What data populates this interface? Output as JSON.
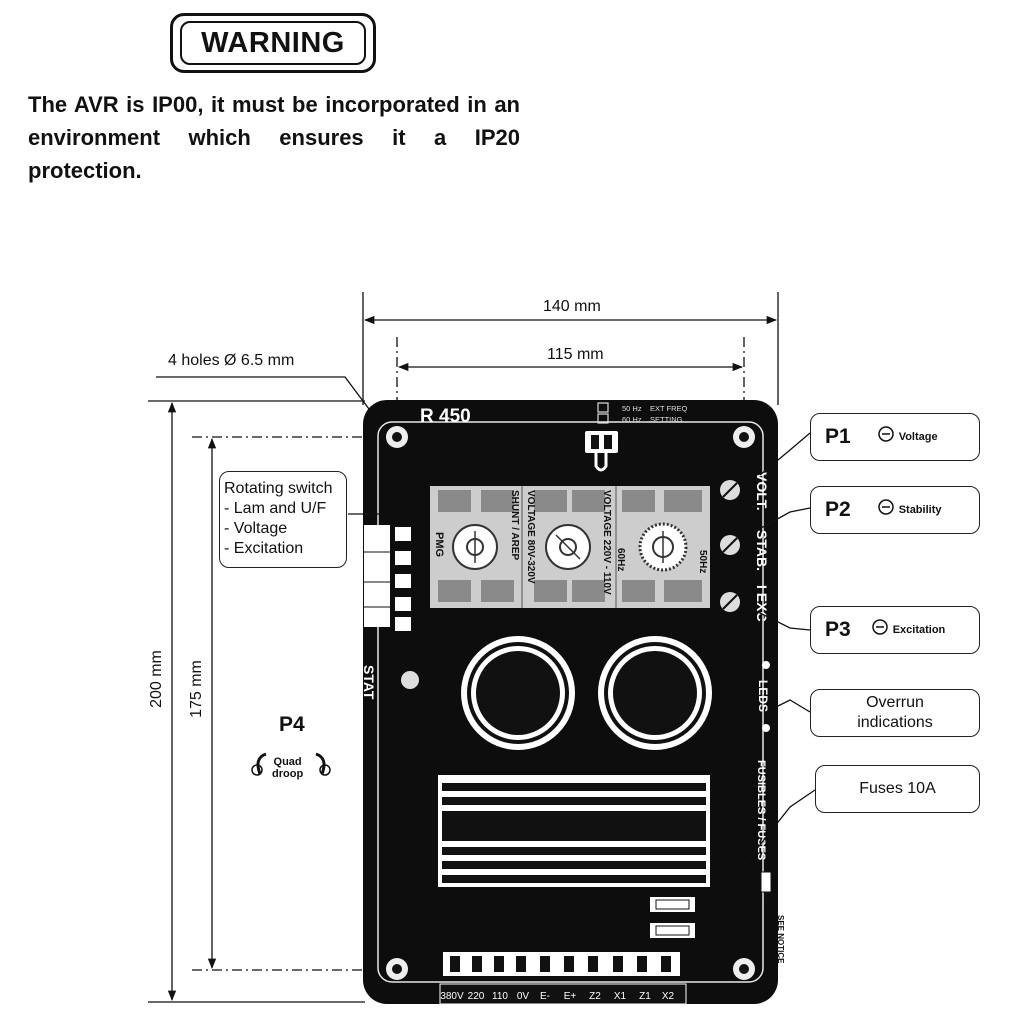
{
  "warning": {
    "title": "WARNING",
    "text": "The AVR is IP00, it must be incorporated in an environment which ensures it a IP20 protection."
  },
  "dimensions": {
    "width_outer": "140 mm",
    "width_holes": "115 mm",
    "height_outer": "200 mm",
    "height_holes": "175 mm",
    "holes": "4 holes Ø 6.5 mm"
  },
  "board": {
    "model": "R 450",
    "freq_50": "50 Hz",
    "freq_60": "60 Hz",
    "ext_freq": "EXT FREQ",
    "setting": "SETTING",
    "pot_volt": "VOLT.",
    "pot_stab": "STAB.",
    "pot_exc": "I EXC",
    "leds": "LEDS",
    "fuses": "FUSIBLES / FUSES",
    "stat": "STAT",
    "pmg": "PMG",
    "shunt": "SHUNT / AREP",
    "voltage_a": "VOLTAGE 80V-320V",
    "voltage_b": "VOLTAGE 220V - 110V",
    "freq_60hz": "60Hz",
    "freq_50hz": "50Hz",
    "notice": "SEE NOTICE",
    "terminals": [
      "380V",
      "220",
      "110",
      "0V",
      "E-",
      "E+",
      "Z2",
      "X1",
      "Z1",
      "X2"
    ]
  },
  "callouts": {
    "rotating_switch": {
      "title": "Rotating switch",
      "items": [
        "- Lam and U/F",
        "- Voltage",
        "- Excitation"
      ]
    },
    "p1": {
      "label": "P1",
      "sub": "Voltage"
    },
    "p2": {
      "label": "P2",
      "sub": "Stability"
    },
    "p3": {
      "label": "P3",
      "sub": "Excitation"
    },
    "p4": {
      "label": "P4",
      "sub_line1": "Quad",
      "sub_line2": "droop"
    },
    "overrun": {
      "line1": "Overrun",
      "line2": "indications"
    },
    "fuses": "Fuses 10A"
  }
}
